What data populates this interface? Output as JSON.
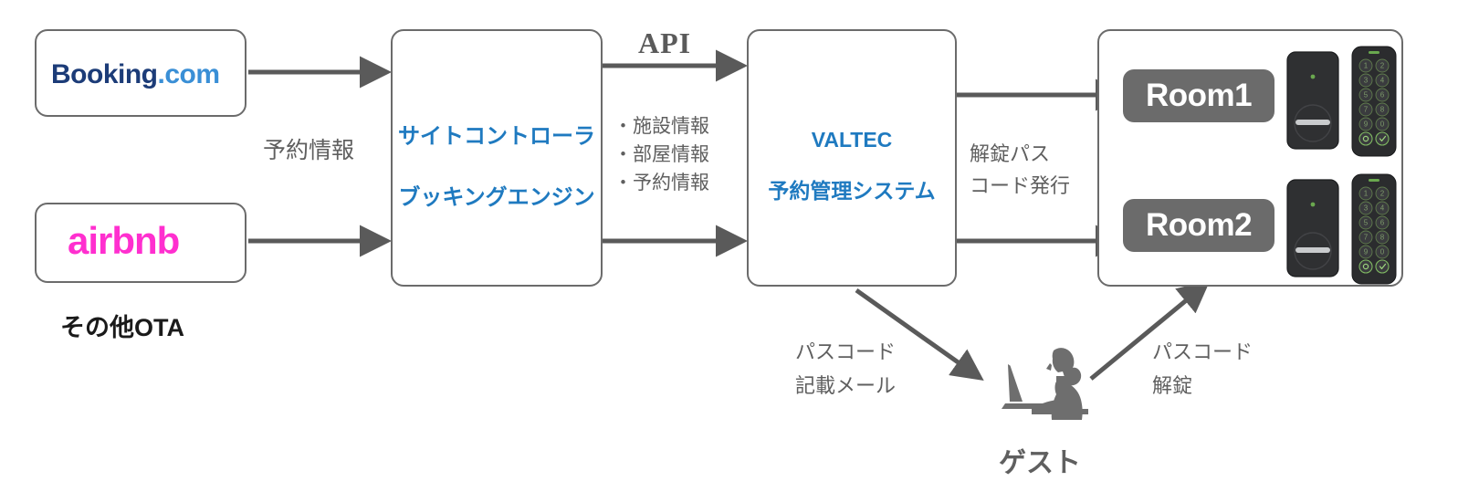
{
  "diagram": {
    "title": "VALTEC smart-lock reservation flow diagram",
    "colors": {
      "arrow": "#5a5a5a",
      "box_border": "#6b6b6b",
      "blue_text": "#1f7ac0",
      "gray_text": "#5f5f5f",
      "pill_bg": "#6b6b6b",
      "booking_dark": "#1c3c78",
      "booking_light": "#3a8fd6",
      "airbnb_pink": "#ff2fcf",
      "led_green": "#6aa84f"
    }
  },
  "ota": {
    "booking_logo_main": "Booking",
    "booking_logo_tld": ".com",
    "airbnb_logo": "airbnb",
    "other_ota_label": "その他OTA"
  },
  "site_controller": {
    "line1": "サイトコントローラ",
    "line2": "ブッキングエンジン"
  },
  "valtec": {
    "line1": "VALTEC",
    "line2": "予約管理システム"
  },
  "rooms": {
    "room1_label": "Room1",
    "room2_label": "Room2"
  },
  "guest": {
    "label": "ゲスト"
  },
  "edge_labels": {
    "reservation_info": "予約情報",
    "api": "API",
    "api_bullets": [
      "・施設情報",
      "・部屋情報",
      "・予約情報"
    ],
    "passcode_issue_line1": "解錠パス",
    "passcode_issue_line2": "コード発行",
    "passcode_mail_line1": "パスコード",
    "passcode_mail_line2": "記載メール",
    "passcode_unlock_line1": "パスコード",
    "passcode_unlock_line2": "解錠"
  },
  "keypad": {
    "keys": [
      "1",
      "2",
      "3",
      "4",
      "5",
      "6",
      "7",
      "8",
      "9",
      "0"
    ],
    "key_lock_icon": "lock-key-icon",
    "key_enter_icon": "check-icon"
  },
  "icons": {
    "smart_lock": "smart-lock-icon",
    "keypad": "keypad-icon",
    "guest_silhouette": "guest-silhouette-icon",
    "laptop": "laptop-icon"
  }
}
